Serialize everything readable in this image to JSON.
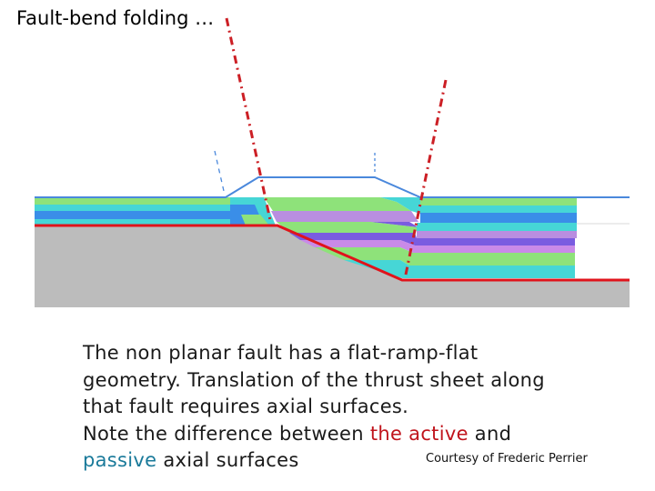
{
  "title": "Fault-bend folding …",
  "caption": {
    "line1": "The non planar fault has a flat-ramp-flat",
    "line2": "geometry. Translation of the thrust sheet along",
    "line3": "that fault requires axial surfaces.",
    "line4_prefix": "Note the difference between ",
    "line4_active": "the active",
    "line4_suffix": " and",
    "line5_passive": "passive",
    "line5_suffix": " axial surfaces"
  },
  "credit": "Courtesy of Frederic Perrier",
  "colors": {
    "fault": "#e0131b",
    "axial_surface": "#cc1f25",
    "top_surface": "#4a88dc",
    "basement": "#bcbcbc",
    "layer_green": "#8ee27a",
    "layer_cyan": "#46d6d6",
    "layer_blue": "#3a8ee8",
    "layer_purple": "#b98ee0",
    "layer_violet": "#7a5ce0",
    "layer_pink": "#c98ae8"
  }
}
